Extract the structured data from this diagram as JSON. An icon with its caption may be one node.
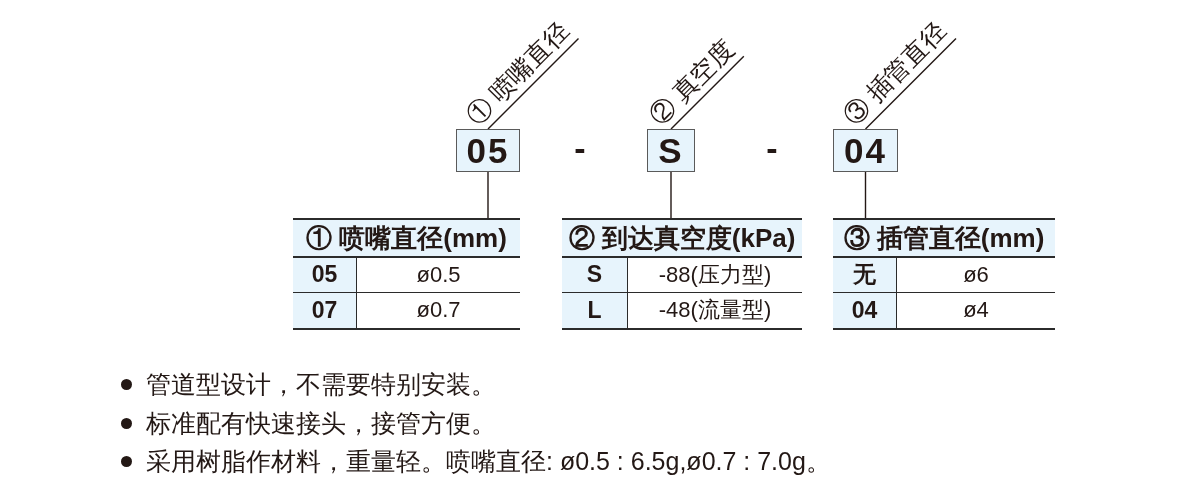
{
  "diagram": {
    "nodes": [
      {
        "text": [
          "① 喷嘴直径"
        ]
      },
      {
        "text": [
          "② 真空度"
        ]
      },
      {
        "text": [
          "③ 插管直径"
        ]
      },
      {
        "text": [
          "05"
        ]
      },
      {
        "text": [
          "S"
        ]
      },
      {
        "text": [
          "04"
        ]
      },
      {
        "text": [
          "① 喷嘴直径(mm)",
          "05",
          "ø0.5",
          "07",
          "ø0.7"
        ]
      },
      {
        "text": [
          "② 到达真空度(kPa)",
          "S",
          "-88(压力型)",
          "L",
          "-48(流量型)"
        ]
      },
      {
        "text": [
          "③ 插管直径(mm)",
          "无",
          "ø6",
          "04",
          "ø4"
        ]
      }
    ],
    "edges": [
      {
        "from": 0,
        "to": 3,
        "arrow": "none"
      },
      {
        "from": 1,
        "to": 4,
        "arrow": "none"
      },
      {
        "from": 2,
        "to": 5,
        "arrow": "none"
      },
      {
        "from": 3,
        "to": 6,
        "arrow": "none"
      },
      {
        "from": 4,
        "to": 7,
        "arrow": "none"
      },
      {
        "from": 5,
        "to": 8,
        "arrow": "none"
      }
    ],
    "labels": [
      "-",
      "-",
      "管道型设计，不需要特别安装。",
      "标准配有快速接头，接管方便。",
      "采用树脂作材料，重量轻。喷嘴直径: ø0.5 : 6.5g,ø0.7 : 7.0g。"
    ]
  }
}
